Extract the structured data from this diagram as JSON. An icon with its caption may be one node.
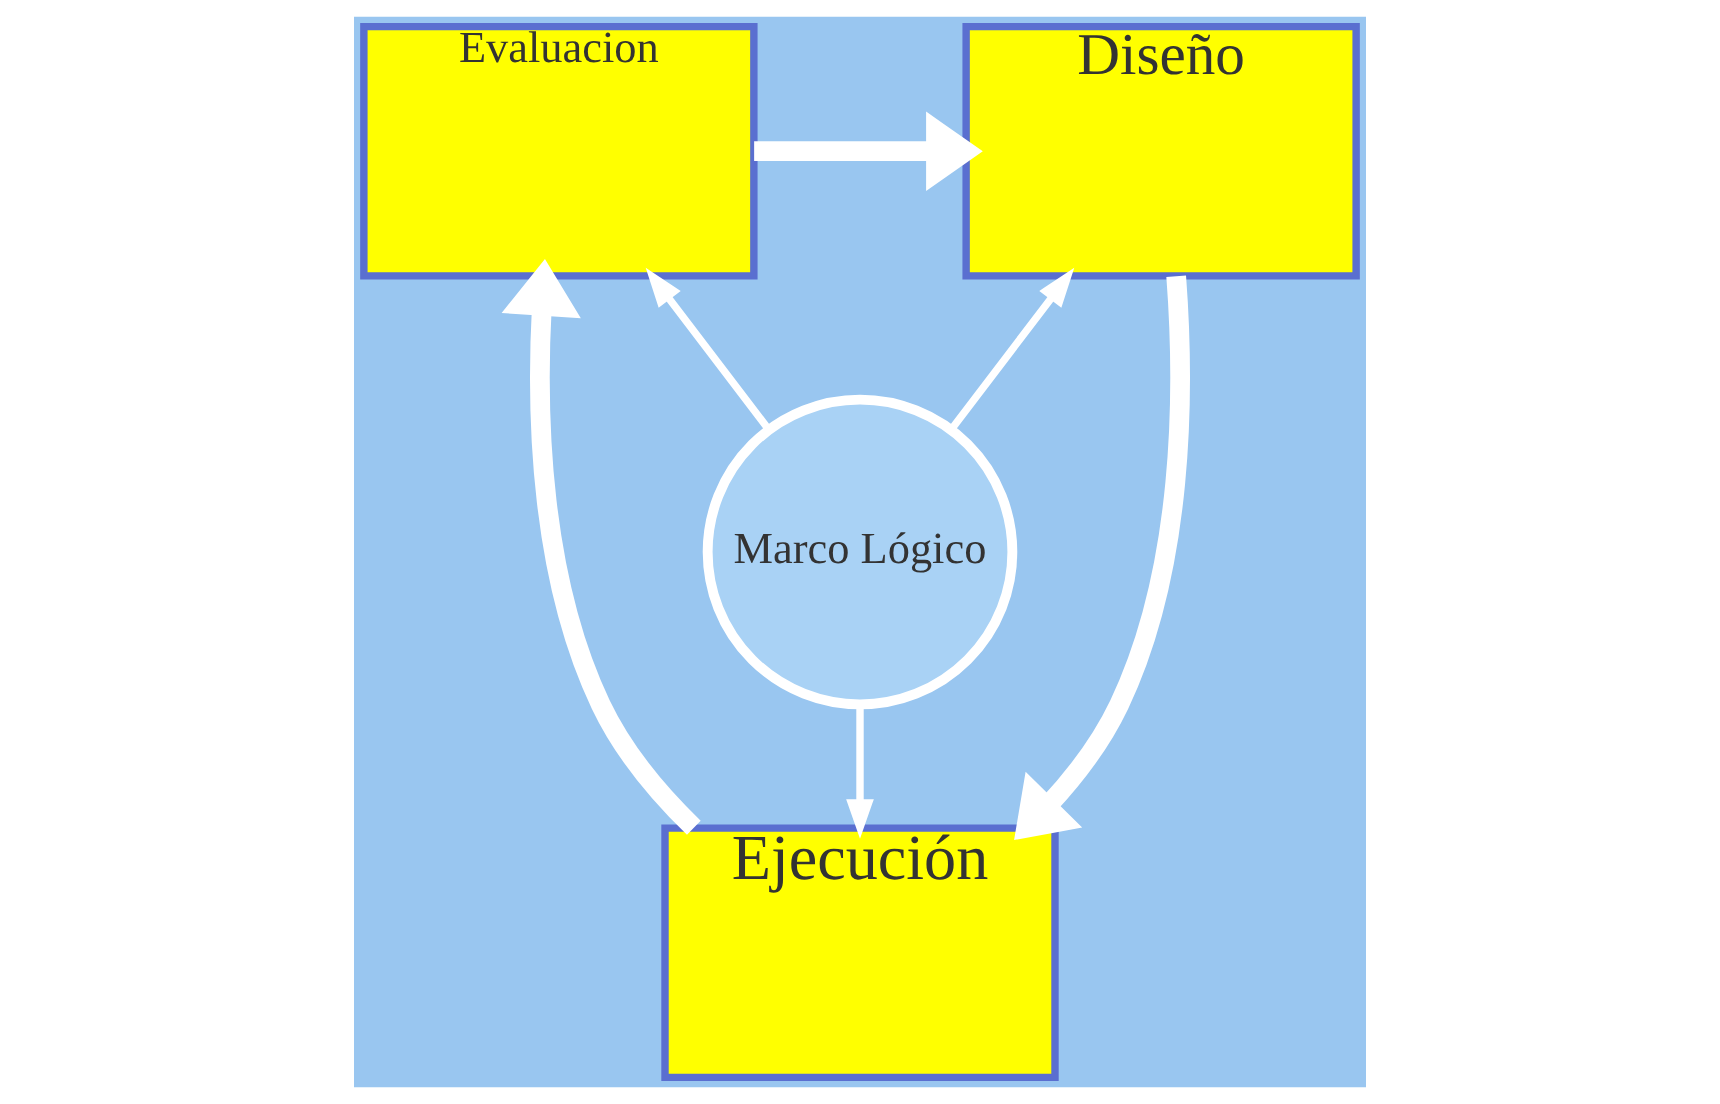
{
  "diagram": {
    "nodes": [
      {
        "text": [
          "Evaluacion"
        ]
      },
      {
        "text": [
          "Diseño"
        ]
      },
      {
        "text": [
          "Marco Lógico"
        ]
      },
      {
        "text": [
          "Ejecución"
        ]
      }
    ],
    "edges": [
      {
        "from": 2,
        "to": 0,
        "arrow": "to"
      },
      {
        "from": 2,
        "to": 1,
        "arrow": "to"
      },
      {
        "from": 2,
        "to": 3,
        "arrow": "to"
      },
      {
        "from": 0,
        "to": 1,
        "arrow": "to",
        "style": "thick"
      },
      {
        "from": 1,
        "to": 3,
        "arrow": "to",
        "style": "thick"
      },
      {
        "from": 3,
        "to": 0,
        "arrow": "to",
        "style": "thick"
      }
    ]
  }
}
